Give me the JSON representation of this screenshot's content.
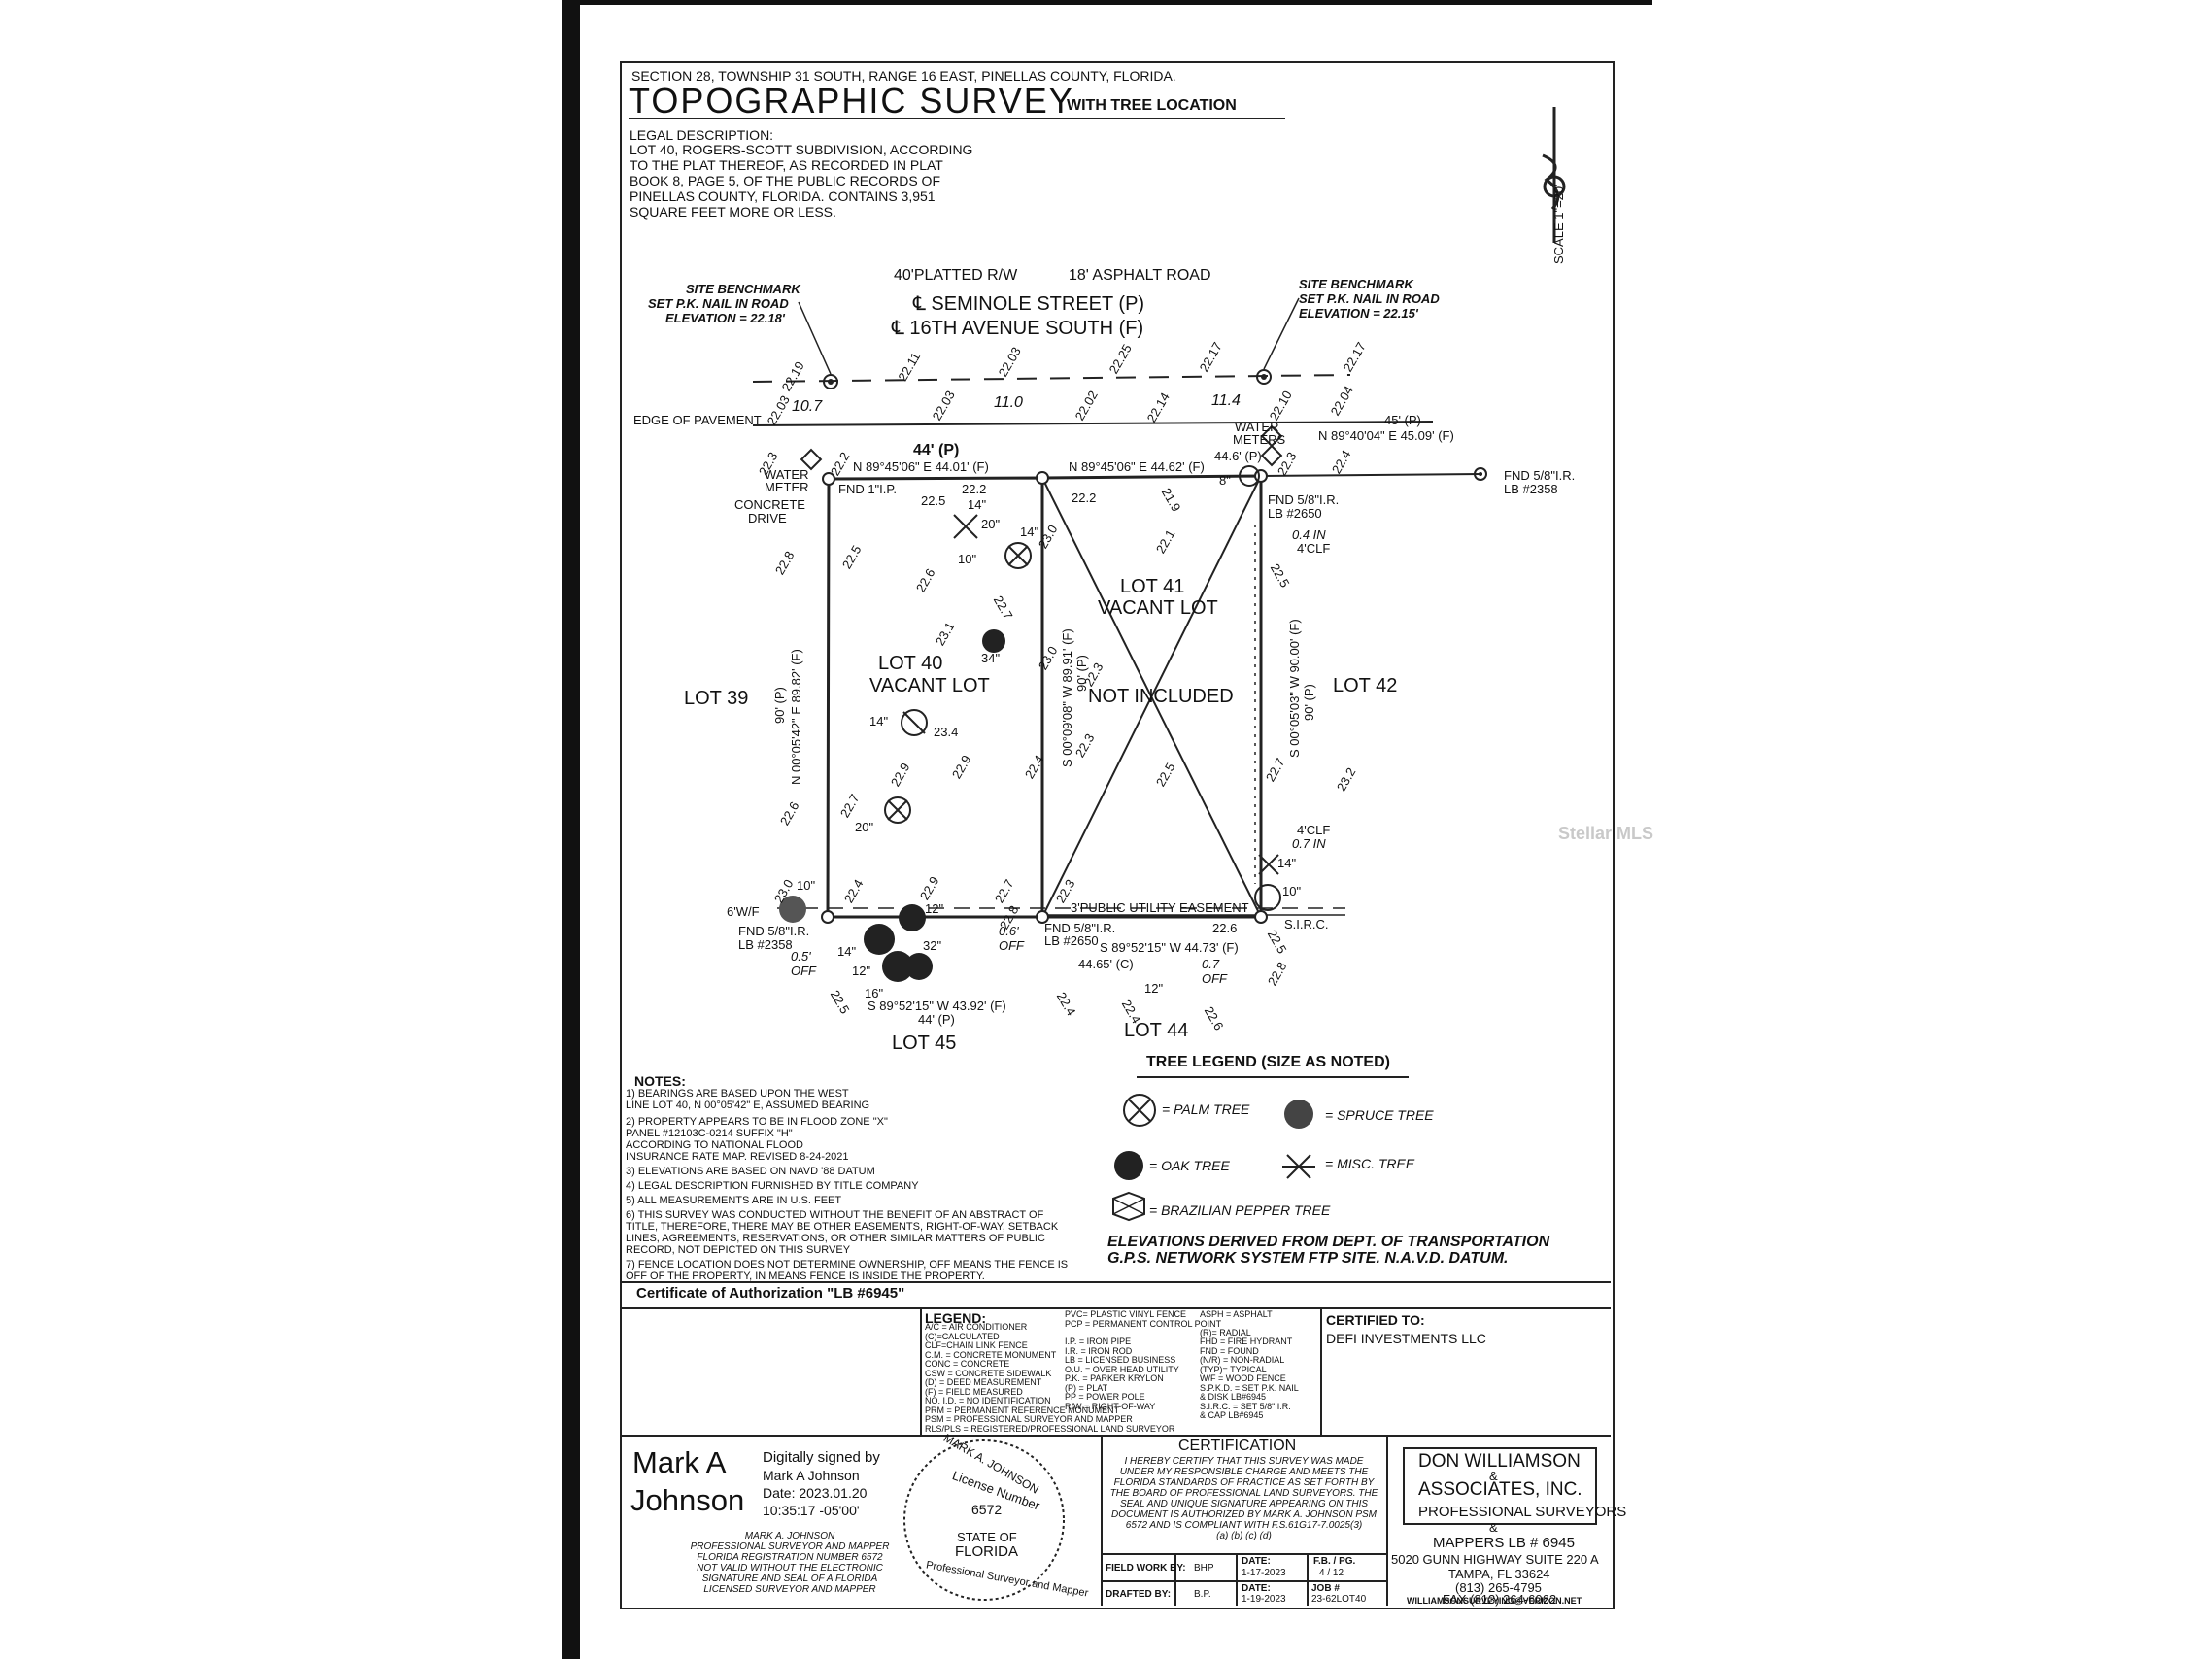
{
  "header": {
    "section_line": "SECTION 28, TOWNSHIP 31 SOUTH, RANGE 16 EAST, PINELLAS COUNTY, FLORIDA.",
    "title": "TOPOGRAPHIC SURVEY",
    "subtitle": "WITH TREE LOCATION",
    "legal_heading": "LEGAL DESCRIPTION:",
    "legal_lines": [
      "LOT 40, ROGERS-SCOTT SUBDIVISION, ACCORDING",
      "TO THE PLAT THEREOF, AS RECORDED IN PLAT",
      "BOOK 8, PAGE 5, OF THE PUBLIC RECORDS OF",
      "PINELLAS COUNTY, FLORIDA. CONTAINS 3,951",
      "SQUARE FEET MORE OR LESS."
    ]
  },
  "north_arrow": {
    "scale": "SCALE 1\"=20'"
  },
  "street": {
    "row_label": "40'PLATTED R/W",
    "road_label": "18' ASPHALT ROAD",
    "name_p": "SEMINOLE STREET (P)",
    "name_f": "16TH AVENUE SOUTH (F)",
    "edge": "EDGE OF PAVEMENT"
  },
  "benchmarks": {
    "left": [
      "SITE BENCHMARK",
      "SET P.K. NAIL IN ROAD",
      "ELEVATION = 22.18'"
    ],
    "right": [
      "SITE BENCHMARK",
      "SET P.K. NAIL IN ROAD",
      "ELEVATION = 22.15'"
    ]
  },
  "lots": {
    "lot40": "LOT 40",
    "lot40_sub": "VACANT LOT",
    "lot41": "LOT 41",
    "lot41_sub": "VACANT LOT",
    "not_included": "NOT INCLUDED",
    "lot39": "LOT 39",
    "lot42": "LOT 42",
    "lot45": "LOT 45",
    "lot44": "LOT 44"
  },
  "bearings": {
    "north1": "N 89°45'06\" E 44.01' (F)",
    "north1_p": "44' (P)",
    "north2": "N 89°45'06\" E 44.62' (F)",
    "north2_p": "44.6' (P)",
    "north3": "N 89°40'04\" E 45.09' (F)",
    "north3_p": "45' (P)",
    "west": "N 00°05'42\" E 89.82' (F)",
    "west_p": "90' (P)",
    "mid": "S 00°09'08\" W 89.91' (F)",
    "mid_p": "90' (P)",
    "east": "S 00°05'03\" W 90.00' (F)",
    "east_p": "90' (P)",
    "south1": "S 89°52'15\" W 43.92' (F)",
    "south1_p": "44' (P)",
    "south2": "S 89°52'15\" W 44.73' (F)",
    "south2_c": "44.65' (C)"
  },
  "labels": {
    "fnd_ip": "FND 1\"I.P.",
    "fnd_ir_2650": "FND 5/8\"I.R.",
    "lb_2650": "LB #2650",
    "fnd_ir_2358": "FND 5/8\"I.R.",
    "lb_2358": "LB #2358",
    "water_meter": "WATER",
    "water_meter2": "METER",
    "water_meters": "WATER",
    "water_meters2": "METERS",
    "concrete_drive": "CONCRETE",
    "concrete_drive2": "DRIVE",
    "easement": "3'PUBLIC UTILITY EASEMENT",
    "sirc": "S.I.R.C.",
    "wf": "6'W/F",
    "clf_top": "0.4 IN",
    "clf_top2": "4'CLF",
    "clf_bot": "4'CLF",
    "clf_bot2": "0.7 IN",
    "offs": [
      "0.5' OFF",
      "0.6' OFF",
      "0.7 OFF"
    ],
    "dist1": "10.7",
    "dist2": "11.0",
    "dist3": "11.4",
    "fnd_ir_east": "FND 5/8\"I.R.",
    "lb_east": "LB #2358"
  },
  "elevations": [
    "22.19",
    "22.11",
    "22.03",
    "22.25",
    "22.17",
    "22.17",
    "22.03",
    "22.03",
    "22.02",
    "22.14",
    "22.10",
    "22.04",
    "22.3",
    "22.2",
    "22.5",
    "22.2",
    "22.8",
    "22.5",
    "22.6",
    "22.7",
    "23.1",
    "23.0",
    "22.1",
    "21.9",
    "22.2",
    "22.3",
    "22.5",
    "22.4",
    "23.0",
    "22.3",
    "23.4",
    "22.6",
    "22.7",
    "22.9",
    "22.9",
    "22.4",
    "22.3",
    "22.5",
    "22.7",
    "23.2",
    "23.0",
    "22.4",
    "22.9",
    "22.7",
    "22.3",
    "22.8",
    "22.6",
    "22.5",
    "22.5",
    "22.4",
    "22.4",
    "22.6",
    "22.8"
  ],
  "tree_sizes": [
    "14\"",
    "20\"",
    "10\"",
    "14\"",
    "34\"",
    "14\"",
    "20\"",
    "8\"",
    "10\"",
    "12\"",
    "32\"",
    "14\"",
    "12\"",
    "16\"",
    "14\"",
    "10\"",
    "12\""
  ],
  "tree_legend": {
    "title": "TREE LEGEND (SIZE AS NOTED)",
    "items": [
      "= PALM TREE",
      "= SPRUCE TREE",
      "= OAK TREE",
      "= MISC. TREE",
      "= BRAZILIAN PEPPER TREE"
    ]
  },
  "elevation_note": [
    "ELEVATIONS DERIVED FROM DEPT. OF TRANSPORTATION",
    "G.P.S. NETWORK SYSTEM FTP SITE. N.A.V.D. DATUM."
  ],
  "notes": {
    "title": "NOTES:",
    "lines": [
      "1) BEARINGS ARE BASED UPON THE WEST",
      "    LINE LOT 40, N 00°05'42\" E, ASSUMED BEARING",
      "2) PROPERTY APPEARS TO BE IN FLOOD ZONE \"X\"",
      "    PANEL #12103C-0214  SUFFIX \"H\"",
      "    ACCORDING TO NATIONAL FLOOD",
      "    INSURANCE RATE MAP. REVISED 8-24-2021",
      "3) ELEVATIONS ARE BASED ON NAVD '88 DATUM",
      "4) LEGAL DESCRIPTION FURNISHED BY TITLE COMPANY",
      "5) ALL MEASUREMENTS ARE IN U.S. FEET",
      "6) THIS SURVEY WAS CONDUCTED WITHOUT THE BENEFIT OF AN ABSTRACT OF",
      "    TITLE, THEREFORE, THERE MAY BE OTHER EASEMENTS, RIGHT-OF-WAY, SETBACK",
      "    LINES, AGREEMENTS, RESERVATIONS, OR OTHER SIMILAR MATTERS OF PUBLIC",
      "    RECORD, NOT DEPICTED ON THIS SURVEY",
      "7) FENCE LOCATION DOES NOT DETERMINE OWNERSHIP, OFF MEANS THE FENCE IS",
      "    OFF OF THE PROPERTY, IN MEANS FENCE IS INSIDE THE PROPERTY."
    ]
  },
  "certificate_auth": "Certificate of Authorization \"LB #6945\"",
  "abbrev_legend": {
    "title": "LEGEND:",
    "col1": [
      "A/C = AIR CONDITIONER",
      "(C)=CALCULATED",
      "CLF=CHAIN LINK FENCE",
      "C.M. = CONCRETE MONUMENT",
      "CONC = CONCRETE",
      "CSW = CONCRETE SIDEWALK",
      "(D) = DEED MEASUREMENT",
      "(F) = FIELD MEASURED",
      "NO. I.D. = NO IDENTIFICATION",
      "PRM = PERMANENT REFERENCE MONUMENT",
      "PSM = PROFESSIONAL SURVEYOR AND MAPPER",
      "RLS/PLS = REGISTERED/PROFESSIONAL LAND SURVEYOR"
    ],
    "col2": [
      "PVC= PLASTIC VINYL FENCE",
      "PCP = PERMANENT CONTROL POINT",
      "I.P. = IRON PIPE",
      "I.R. = IRON ROD",
      "LB = LICENSED BUSINESS",
      "O.U. = OVER HEAD UTILITY",
      "P.K. = PARKER KRYLON",
      "(P) = PLAT",
      "PP = POWER POLE",
      "R/W = RIGHT-OF-WAY"
    ],
    "col3": [
      "ASPH = ASPHALT",
      "(R)= RADIAL",
      "FHD = FIRE HYDRANT",
      "FND = FOUND",
      "(N/R) = NON-RADIAL",
      "(TYP)= TYPICAL",
      "W/F = WOOD FENCE",
      "S.P.K.D. = SET P.K. NAIL",
      "  & DISK LB#6945",
      "S.I.R.C. = SET 5/8\" I.R.",
      "  & CAP LB#6945"
    ]
  },
  "certified_to": {
    "title": "CERTIFIED TO:",
    "name": "DEFI INVESTMENTS LLC"
  },
  "signature": {
    "name1": "Mark A",
    "name2": "Johnson",
    "digital": [
      "Digitally signed by",
      "Mark A Johnson",
      "Date: 2023.01.20",
      "10:35:17 -05'00'"
    ],
    "caption": [
      "MARK A. JOHNSON",
      "PROFESSIONAL SURVEYOR AND MAPPER",
      "FLORIDA REGISTRATION NUMBER 6572",
      "NOT VALID WITHOUT THE ELECTRONIC",
      "SIGNATURE AND SEAL OF A FLORIDA",
      "LICENSED SURVEYOR AND MAPPER"
    ]
  },
  "seal": {
    "top": "MARK A. JOHNSON",
    "license": "License Number",
    "number": "6572",
    "state1": "STATE OF",
    "state2": "FLORIDA",
    "bottom": "Professional Surveyor and Mapper"
  },
  "certification": {
    "title": "CERTIFICATION",
    "lines": [
      "I HEREBY CERTIFY THAT THIS SURVEY WAS MADE",
      "UNDER MY RESPONSIBLE CHARGE AND MEETS THE",
      "FLORIDA STANDARDS OF PRACTICE AS SET FORTH BY",
      "THE BOARD OF PROFESSIONAL LAND SURVEYORS. THE",
      "SEAL AND UNIQUE SIGNATURE APPEARING ON THIS",
      "DOCUMENT IS AUTHORIZED BY MARK A. JOHNSON PSM",
      "6572 AND IS COMPLIANT WITH F.S.61G17-7.0025(3)",
      "(a) (b) (c) (d)"
    ],
    "field_work_by_label": "FIELD WORK BY:",
    "field_work_by": "BHP",
    "drafted_by_label": "DRAFTED BY:",
    "drafted_by": "B.P.",
    "date_label": "DATE:",
    "date1": "1-17-2023",
    "date2": "1-19-2023",
    "fb_label": "F.B. / PG.",
    "fb": "4 / 12",
    "job_label": "JOB #",
    "job": "23-62LOT40"
  },
  "company": {
    "name1": "DON WILLIAMSON",
    "amp1": "&",
    "name2": "ASSOCIATES, INC.",
    "line3": "PROFESSIONAL SURVEYORS",
    "amp2": "&",
    "line4": "MAPPERS  LB # 6945",
    "address": "5020 GUNN HIGHWAY SUITE 220 A",
    "city": "TAMPA, FL 33624",
    "phone": "(813) 265-4795",
    "fax": "FAX (813) 264-6062",
    "email": "WILLIAMSONSURVEYING@VERIZON.NET"
  },
  "watermark": "Stellar MLS"
}
